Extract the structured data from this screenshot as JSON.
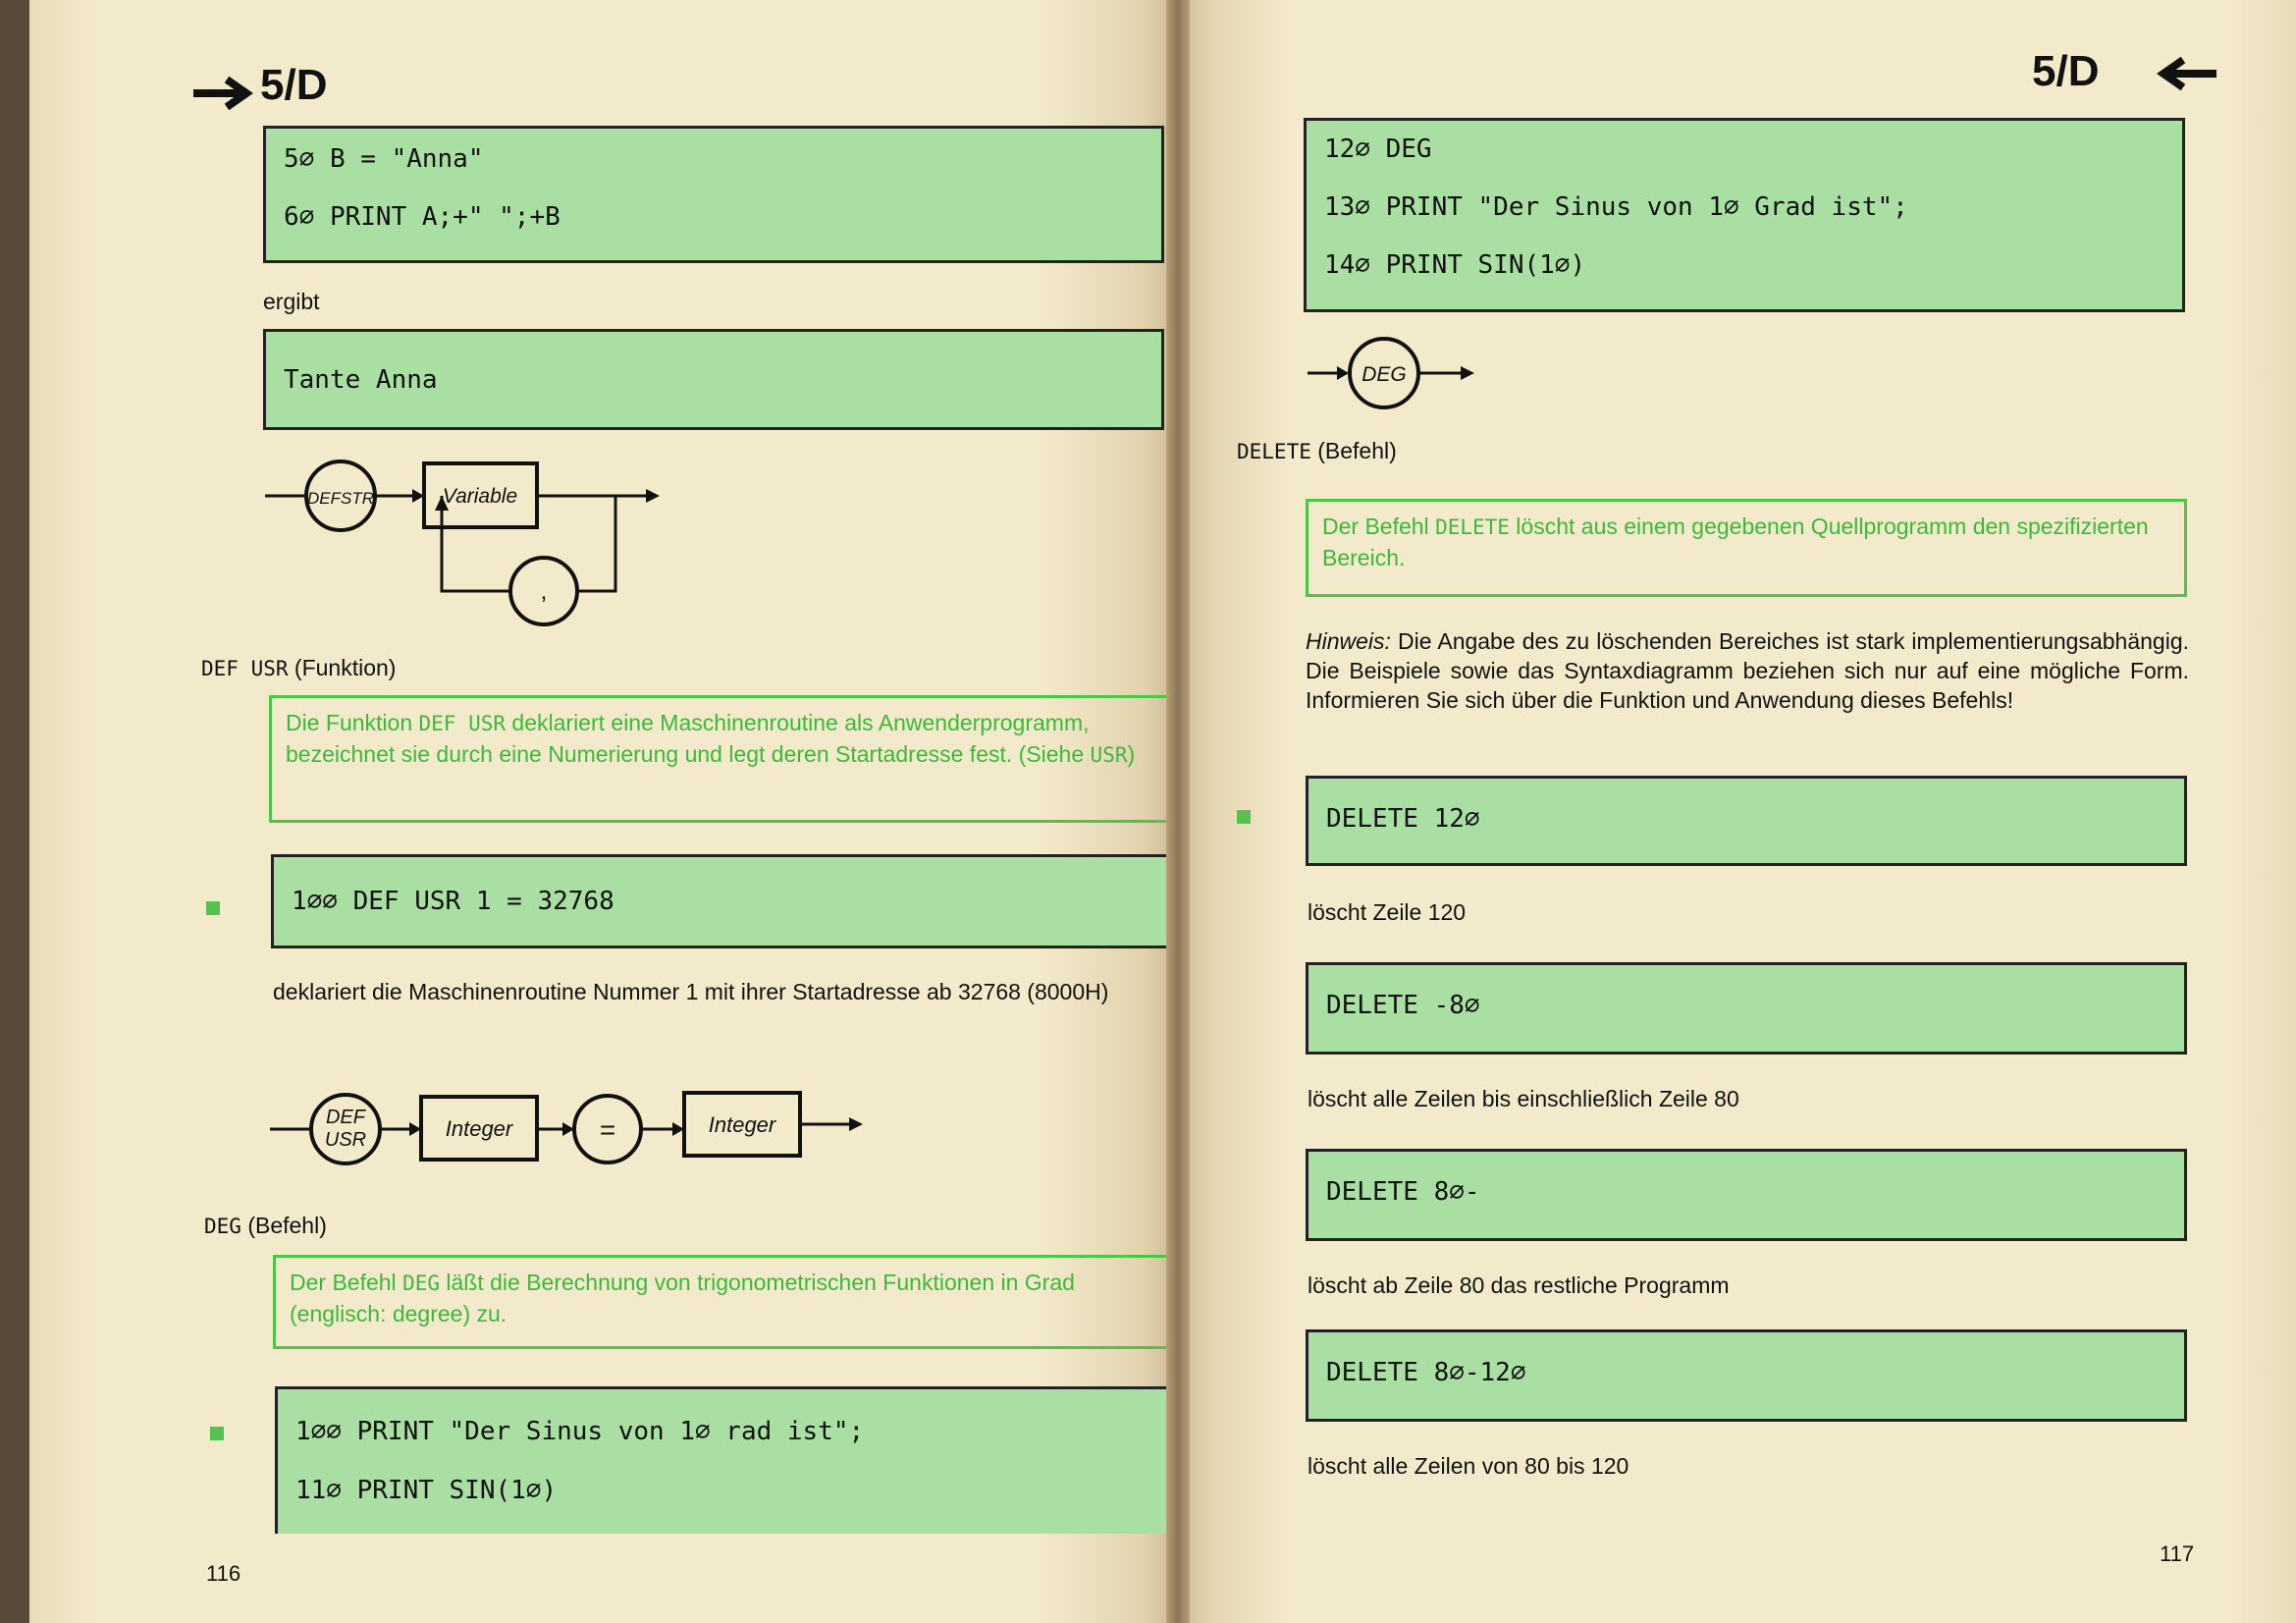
{
  "left_page": {
    "header": "5/D",
    "code1": [
      "5∅ B = \"Anna\"",
      "6∅ PRINT A;+\" \";+B"
    ],
    "ergibt": "ergibt",
    "output1": "Tante Anna",
    "diagram1": {
      "keyword": "DEFSTR",
      "box": "Variable",
      "separator": ","
    },
    "section_defusr": {
      "keyword": "DEF USR",
      "kind": "(Funktion)"
    },
    "def_defusr": {
      "pre": "Die Funktion ",
      "kw": "DEF USR",
      "post": " deklariert eine Maschinenroutine als Anwenderprogramm, bezeichnet sie durch eine Numerierung und legt deren Startadresse fest. (Siehe ",
      "kw2": "USR",
      "end": ")"
    },
    "code2": [
      "1∅∅ DEF USR 1 = 32768"
    ],
    "text_defusr": "deklariert die Maschinenroutine Nummer 1 mit ihrer Startadresse ab 32768 (8000H)",
    "diagram2": {
      "keyword_line1": "DEF",
      "keyword_line2": "USR",
      "box1": "Integer",
      "equals": "=",
      "box2": "Integer"
    },
    "section_deg": {
      "keyword": "DEG",
      "kind": "(Befehl)"
    },
    "def_deg": {
      "pre": "Der Befehl ",
      "kw": "DEG",
      "post": " läßt die Berechnung von trigonometrischen Funktionen in Grad (englisch: degree) zu."
    },
    "code3": [
      "1∅∅ PRINT \"Der Sinus von 1∅ rad ist\";",
      "11∅ PRINT SIN(1∅)"
    ],
    "page_number": "116"
  },
  "right_page": {
    "header": "5/D",
    "code1": [
      "12∅ DEG",
      "13∅ PRINT \"Der Sinus von 1∅ Grad ist\";",
      "14∅ PRINT SIN(1∅)"
    ],
    "diagram1": {
      "keyword": "DEG"
    },
    "section_delete": {
      "keyword": "DELETE",
      "kind": "(Befehl)"
    },
    "def_delete": {
      "pre": "Der Befehl ",
      "kw": "DELETE",
      "post": " löscht aus einem gegebenen Quellprogramm den spezifizierten Bereich."
    },
    "hinweis_label": "Hinweis:",
    "hinweis_text": " Die Angabe des zu löschenden Bereiches ist stark implementierungsabhängig. Die Beispiele sowie das Syntaxdiagramm beziehen sich nur auf eine mögliche Form. Informieren Sie sich über die Funktion und Anwendung dieses Befehls!",
    "examples": [
      {
        "code": "DELETE 12∅",
        "text": "löscht Zeile 120"
      },
      {
        "code": "DELETE -8∅",
        "text": "löscht alle Zeilen bis einschließlich Zeile 80"
      },
      {
        "code": "DELETE 8∅-",
        "text": "löscht ab Zeile 80 das restliche Programm"
      },
      {
        "code": "DELETE 8∅-12∅",
        "text": "löscht alle Zeilen von 80 bis 120"
      }
    ],
    "page_number": "117"
  },
  "colors": {
    "code_bg": "#a9dfa2",
    "definition_green": "#3cb83a",
    "paper": "#f3eacb"
  }
}
